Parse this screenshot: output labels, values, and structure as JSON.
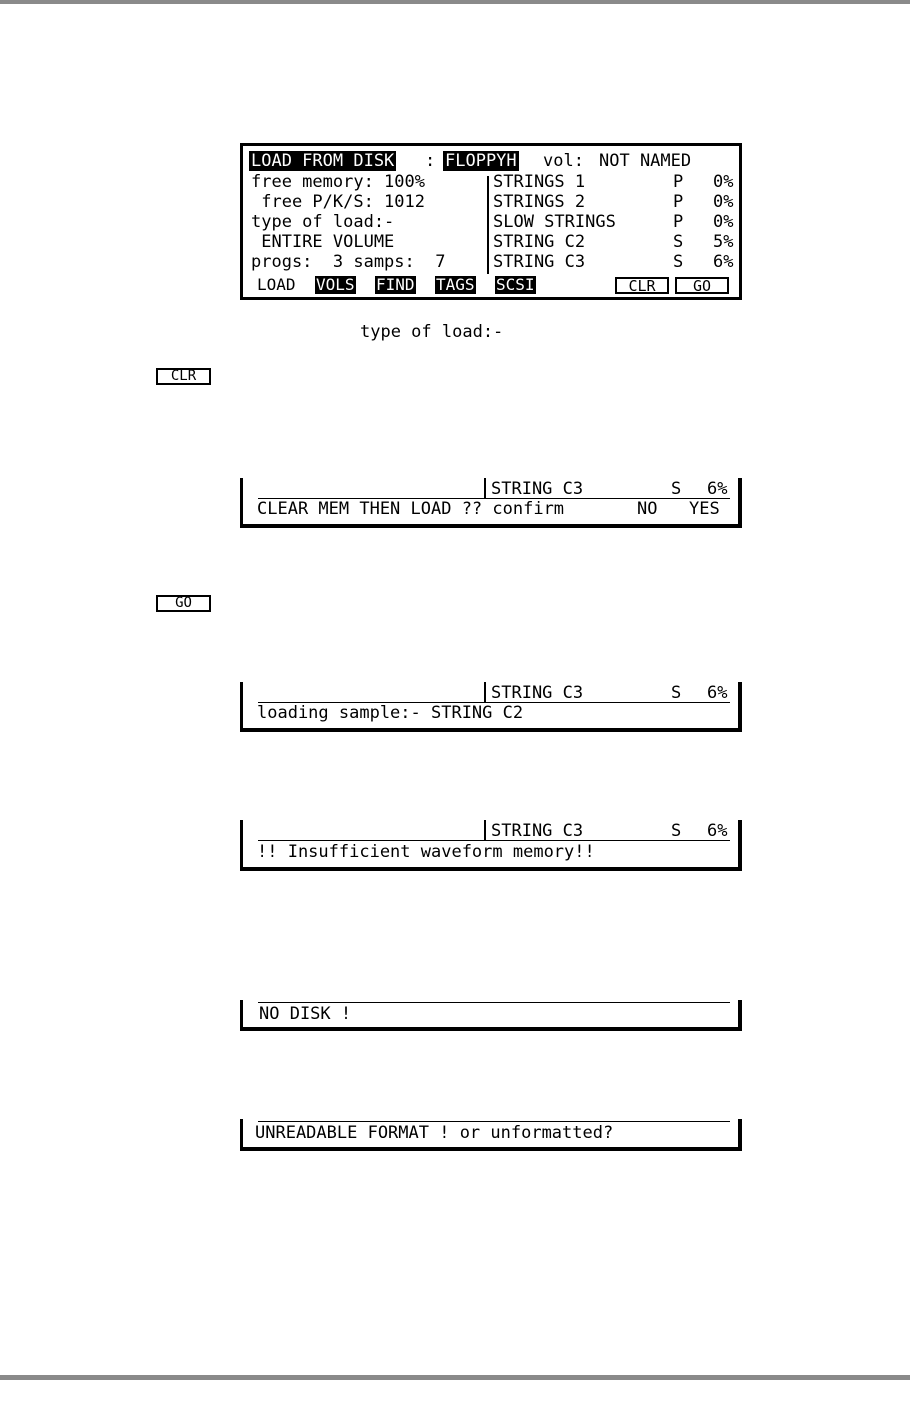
{
  "main": {
    "title": "LOAD FROM DISK",
    "colon": ":",
    "drive": "FLOPPYH",
    "vol_label": "vol:",
    "vol_name": "NOT NAMED",
    "left": [
      "free memory: 100%",
      " free P/K/S: 1012",
      "type of load:-",
      " ENTIRE VOLUME",
      "progs:  3 samps:  7"
    ],
    "items": [
      {
        "name": "STRINGS 1",
        "type": "P",
        "pct": "0%"
      },
      {
        "name": "STRINGS 2",
        "type": "P",
        "pct": "0%"
      },
      {
        "name": "SLOW STRINGS",
        "type": "P",
        "pct": "0%"
      },
      {
        "name": "STRING C2",
        "type": "S",
        "pct": "5%"
      },
      {
        "name": "STRING C3",
        "type": "S",
        "pct": "6%"
      }
    ],
    "softkeys": {
      "load": "LOAD",
      "vols": "VOLS",
      "find": "FIND",
      "tags": "TAGS",
      "scsi": "SCSI",
      "clr": "CLR",
      "go": "GO"
    }
  },
  "caption_type_of_load": "type of load:-",
  "clr_button": "CLR",
  "go_button": "GO",
  "strip_header": {
    "name": "STRING C3",
    "type": "S",
    "pct": "6%"
  },
  "confirm": {
    "text": "CLEAR MEM THEN LOAD ?? confirm",
    "no": "NO",
    "yes": "YES"
  },
  "loading_text": "loading sample:- STRING C2",
  "insufficient_text": "!! Insufficient waveform memory!!",
  "no_disk_text": "NO DISK !",
  "unreadable_text": "UNREADABLE FORMAT ! or unformatted?"
}
